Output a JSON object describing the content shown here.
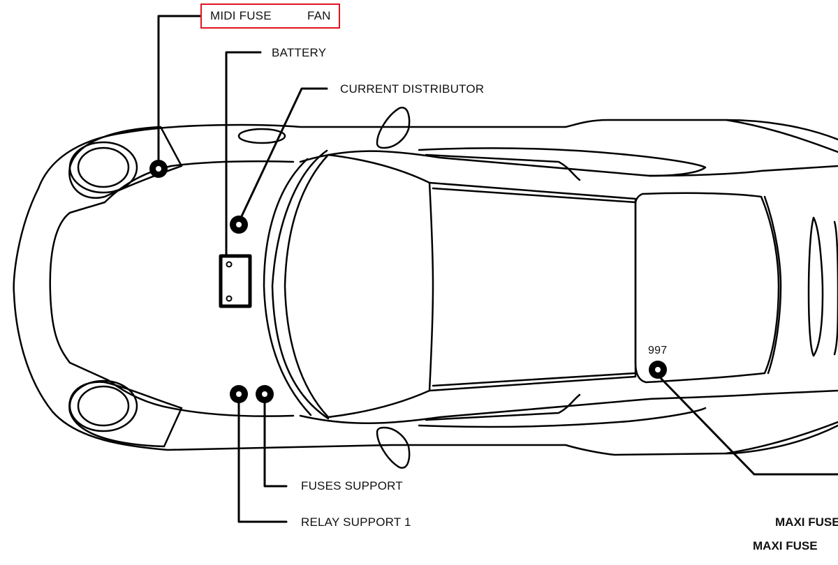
{
  "labels": {
    "midi_fuse": "MIDI FUSE",
    "fan": "FAN",
    "battery": "BATTERY",
    "current_distributor": "CURRENT DISTRIBUTOR",
    "fuses_support": "FUSES SUPPORT",
    "relay_support_1": "RELAY SUPPORT 1",
    "model_997": "997",
    "maxi_fuse_top": "MAXI FUSE",
    "maxi_fuse_bottom": "MAXI FUSE"
  },
  "colors": {
    "line": "#000000",
    "highlight": "#e0141e"
  }
}
